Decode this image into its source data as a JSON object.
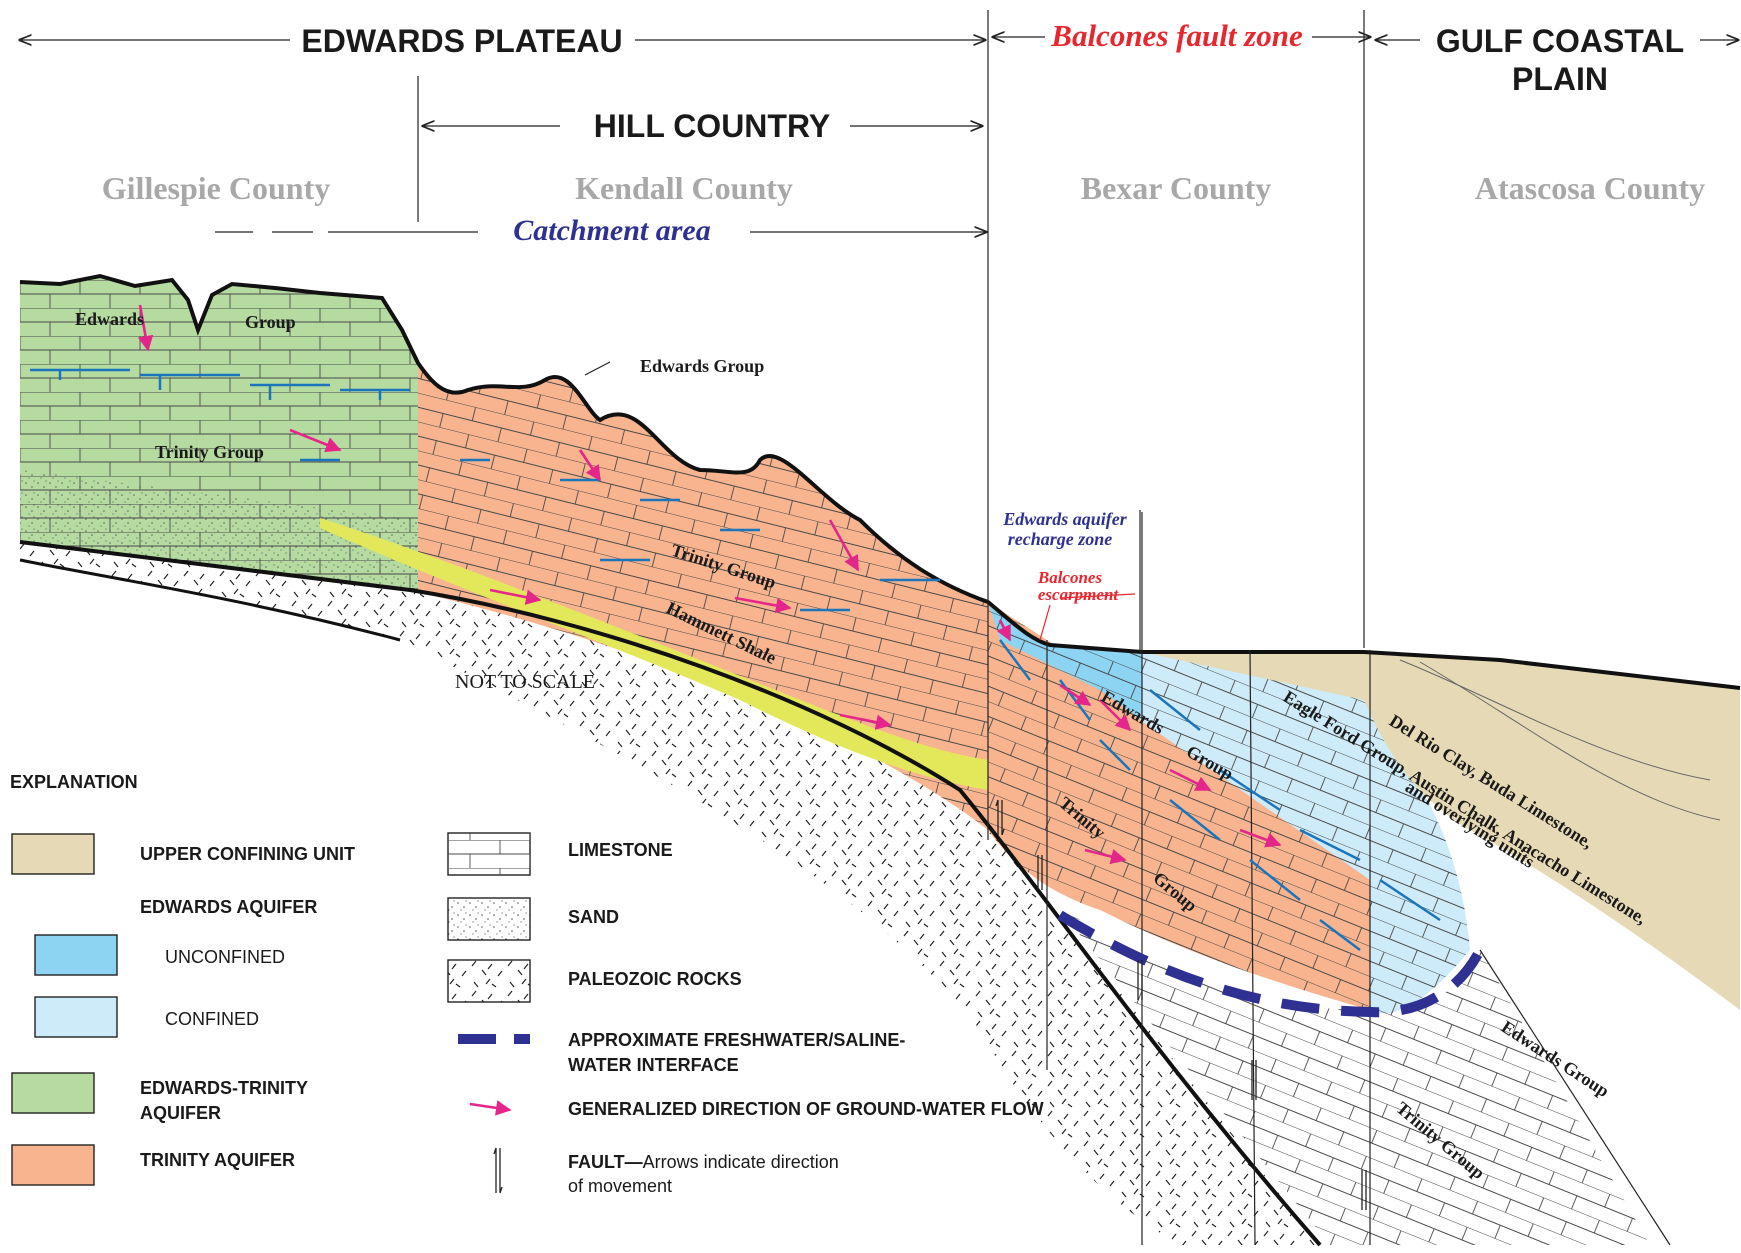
{
  "headers": {
    "edwards_plateau": "EDWARDS PLATEAU",
    "balcones_fault_zone": "Balcones fault zone",
    "gulf_coastal_plain_1": "GULF COASTAL",
    "gulf_coastal_plain_2": "PLAIN",
    "hill_country": "HILL COUNTRY",
    "catchment_area": "Catchment area"
  },
  "counties": [
    "Gillespie County",
    "Kendall County",
    "Bexar County",
    "Atascosa County"
  ],
  "labels": {
    "edwards_1": "Edwards",
    "group_1": "Group",
    "edwards_group_top": "Edwards Group",
    "trinity_group_west": "Trinity Group",
    "trinity_group_mid": "Trinity Group",
    "hammett_shale": "Hammett Shale",
    "not_to_scale": "NOT TO SCALE",
    "recharge_zone_1": "Edwards aquifer",
    "recharge_zone_2": "recharge zone",
    "escarpment_1": "Balcones",
    "escarpment_2": "escarpment",
    "edwards_group_fault_1": "Edwards",
    "edwards_group_fault_2": "Group",
    "trinity_fault_1": "Trinity",
    "trinity_fault_2": "Group",
    "eagle_ford": "Eagle Ford Group, Austin Chalk, Anacacho Limestone,",
    "del_rio": "Del Rio Clay, Buda Limestone,",
    "overlying": "and overlying units",
    "edwards_group_deep": "Edwards Group",
    "trinity_group_deep": "Trinity Group"
  },
  "legend": {
    "title": "EXPLANATION",
    "upper_confining": "UPPER CONFINING UNIT",
    "edwards_aquifer": "EDWARDS AQUIFER",
    "unconfined": "UNCONFINED",
    "confined": "CONFINED",
    "edwards_trinity_1": "EDWARDS-TRINITY",
    "edwards_trinity_2": "AQUIFER",
    "trinity_aquifer": "TRINITY AQUIFER",
    "limestone": "LIMESTONE",
    "sand": "SAND",
    "paleozoic": "PALEOZOIC ROCKS",
    "interface_1": "APPROXIMATE FRESHWATER/SALINE-",
    "interface_2": "WATER INTERFACE",
    "flow": "GENERALIZED DIRECTION OF GROUND-WATER FLOW",
    "fault_bold": "FAULT—",
    "fault_rest": "Arrows indicate direction",
    "fault_rest_2": "of movement"
  },
  "colors": {
    "upper_confining": "#e6d9b5",
    "unconfined": "#8dd3f2",
    "confined": "#cdebf8",
    "edwards_trinity": "#b5dba0",
    "trinity": "#f8b48e",
    "hammett": "#e3e85a",
    "flow_arrow": "#e4268b",
    "interface": "#2e3192",
    "catchment": "#2e3192",
    "fault_zone": "#e8262e",
    "county": "#a8a8a8"
  }
}
